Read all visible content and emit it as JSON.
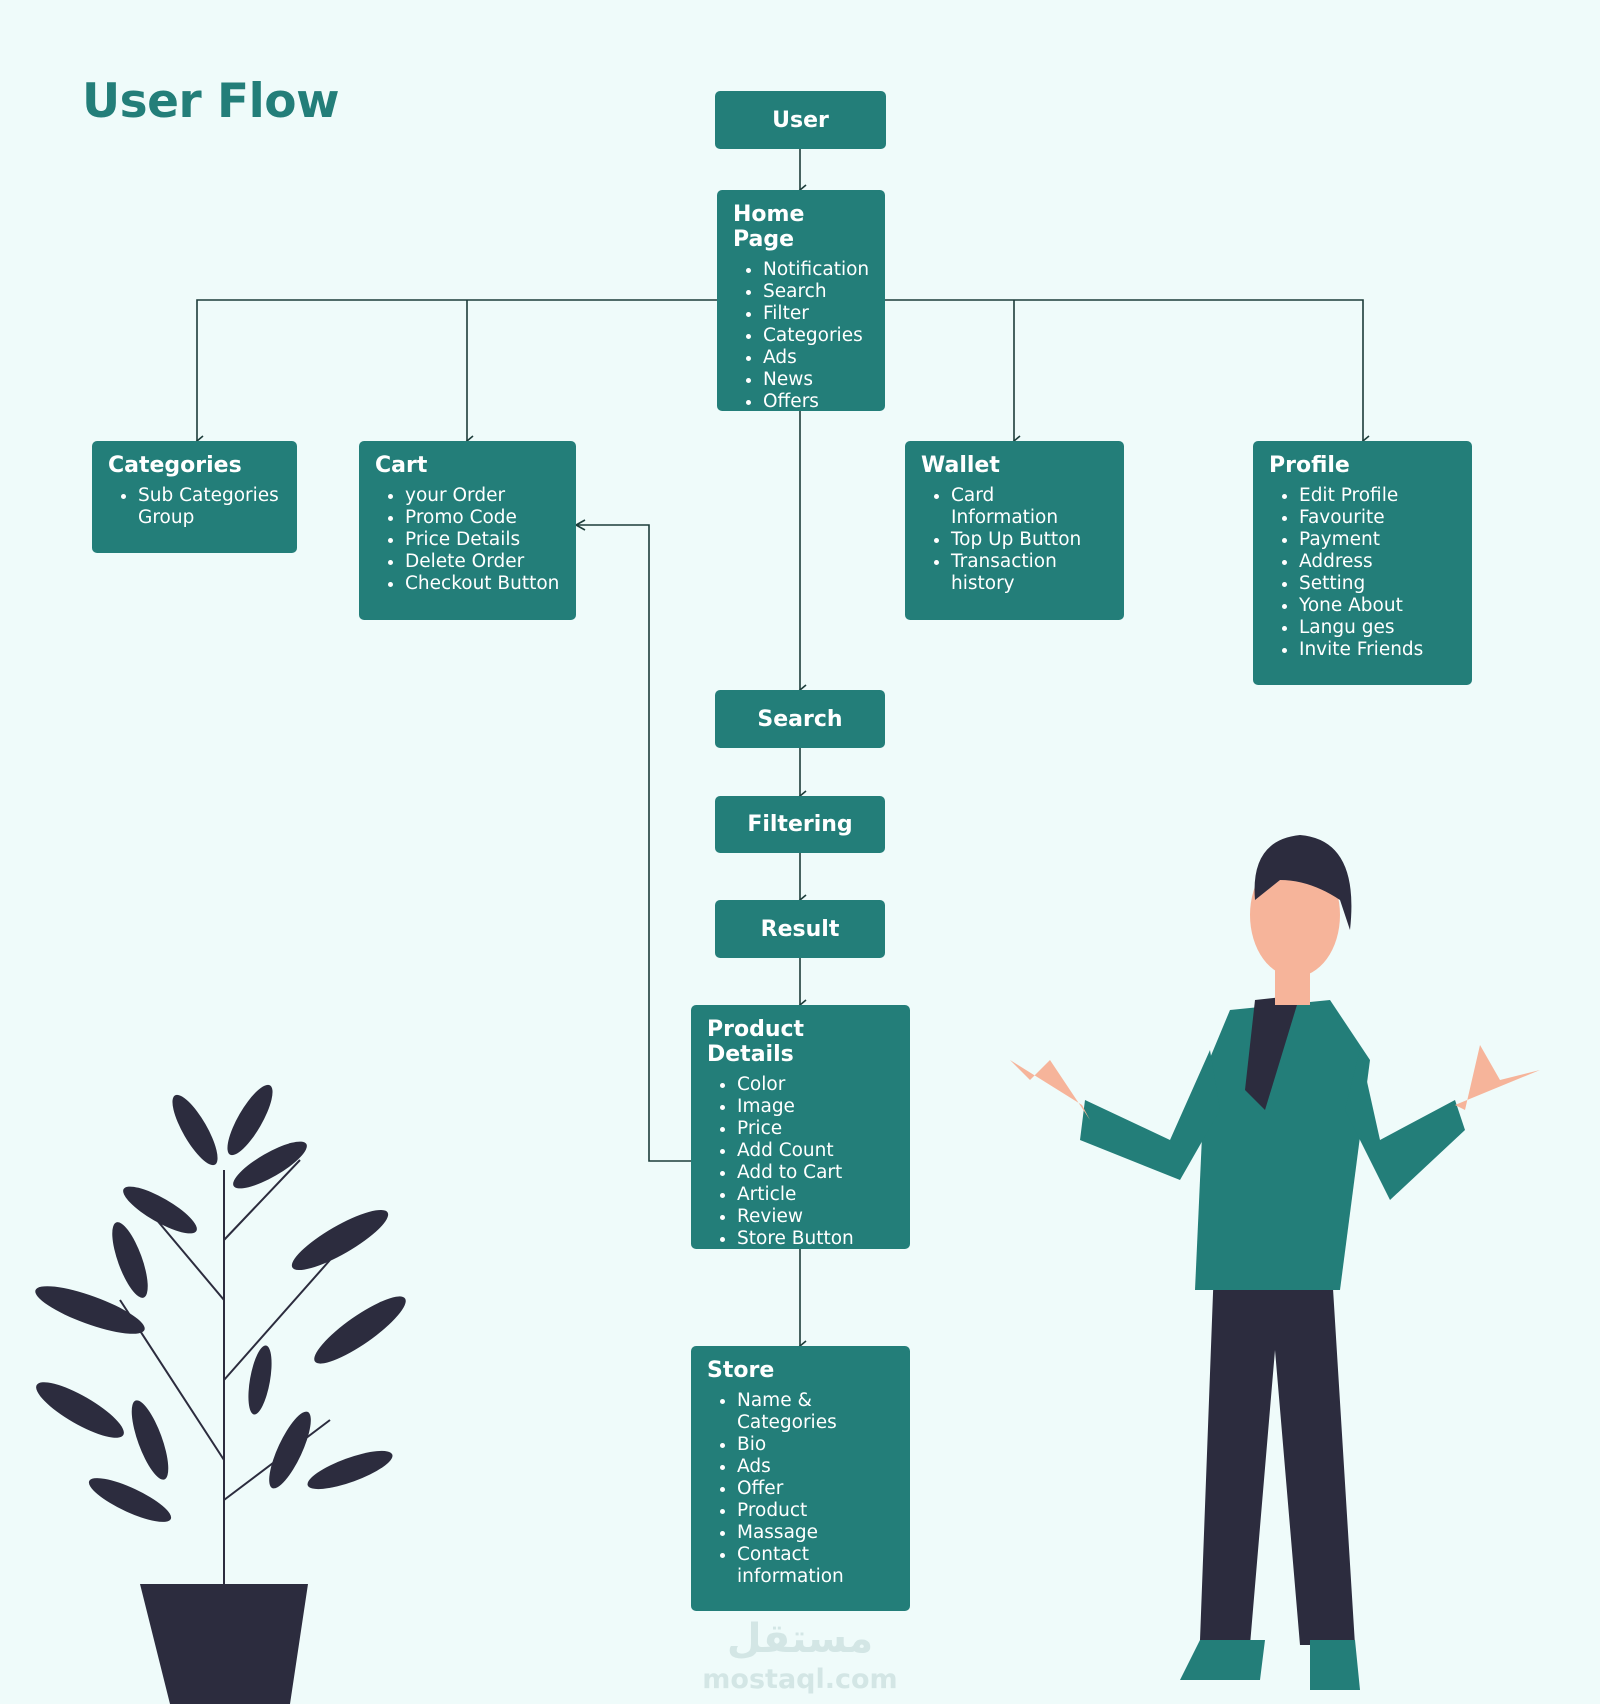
{
  "title": "User Flow",
  "colors": {
    "background": "#effbfa",
    "node": "#237e79",
    "connector": "#1d3d3a",
    "illustration_dark": "#2c2c3e"
  },
  "nodes": {
    "user": {
      "title": "User"
    },
    "home": {
      "title": "Home Page",
      "items": [
        "Notification",
        "Search",
        "Filter",
        "Categories",
        "Ads",
        "News",
        "Offers"
      ]
    },
    "categories": {
      "title": "Categories",
      "items": [
        "Sub Categories Group"
      ]
    },
    "cart": {
      "title": "Cart",
      "items": [
        "your Order",
        "Promo Code",
        "Price Details",
        "Delete Order",
        "Checkout Button"
      ]
    },
    "wallet": {
      "title": "Wallet",
      "items": [
        "Card Information",
        "Top Up Button",
        "Transaction history"
      ]
    },
    "profile": {
      "title": "Profile",
      "items": [
        "Edit Profile",
        "Favourite",
        "Payment",
        "Address",
        "Setting",
        "Yone About",
        "Langu ges",
        "Invite Friends"
      ]
    },
    "search": {
      "title": "Search"
    },
    "filtering": {
      "title": "Filtering"
    },
    "result": {
      "title": "Result"
    },
    "product": {
      "title": "Product Details",
      "items": [
        "Color",
        "Image",
        "Price",
        "Add Count",
        "Add to Cart",
        "Article",
        "Review",
        "Store Button"
      ]
    },
    "store": {
      "title": "Store",
      "items": [
        "Name & Categories",
        "Bio",
        "Ads",
        "Offer",
        "Product",
        "Massage",
        "Contact information"
      ]
    }
  },
  "edges": [
    [
      "user",
      "home"
    ],
    [
      "home",
      "categories"
    ],
    [
      "home",
      "cart"
    ],
    [
      "home",
      "wallet"
    ],
    [
      "home",
      "profile"
    ],
    [
      "home",
      "search"
    ],
    [
      "search",
      "filtering"
    ],
    [
      "filtering",
      "result"
    ],
    [
      "result",
      "product"
    ],
    [
      "product",
      "store"
    ],
    [
      "product",
      "cart"
    ]
  ],
  "watermark": {
    "arabic": "مستقل",
    "latin": "mostaql.com"
  }
}
